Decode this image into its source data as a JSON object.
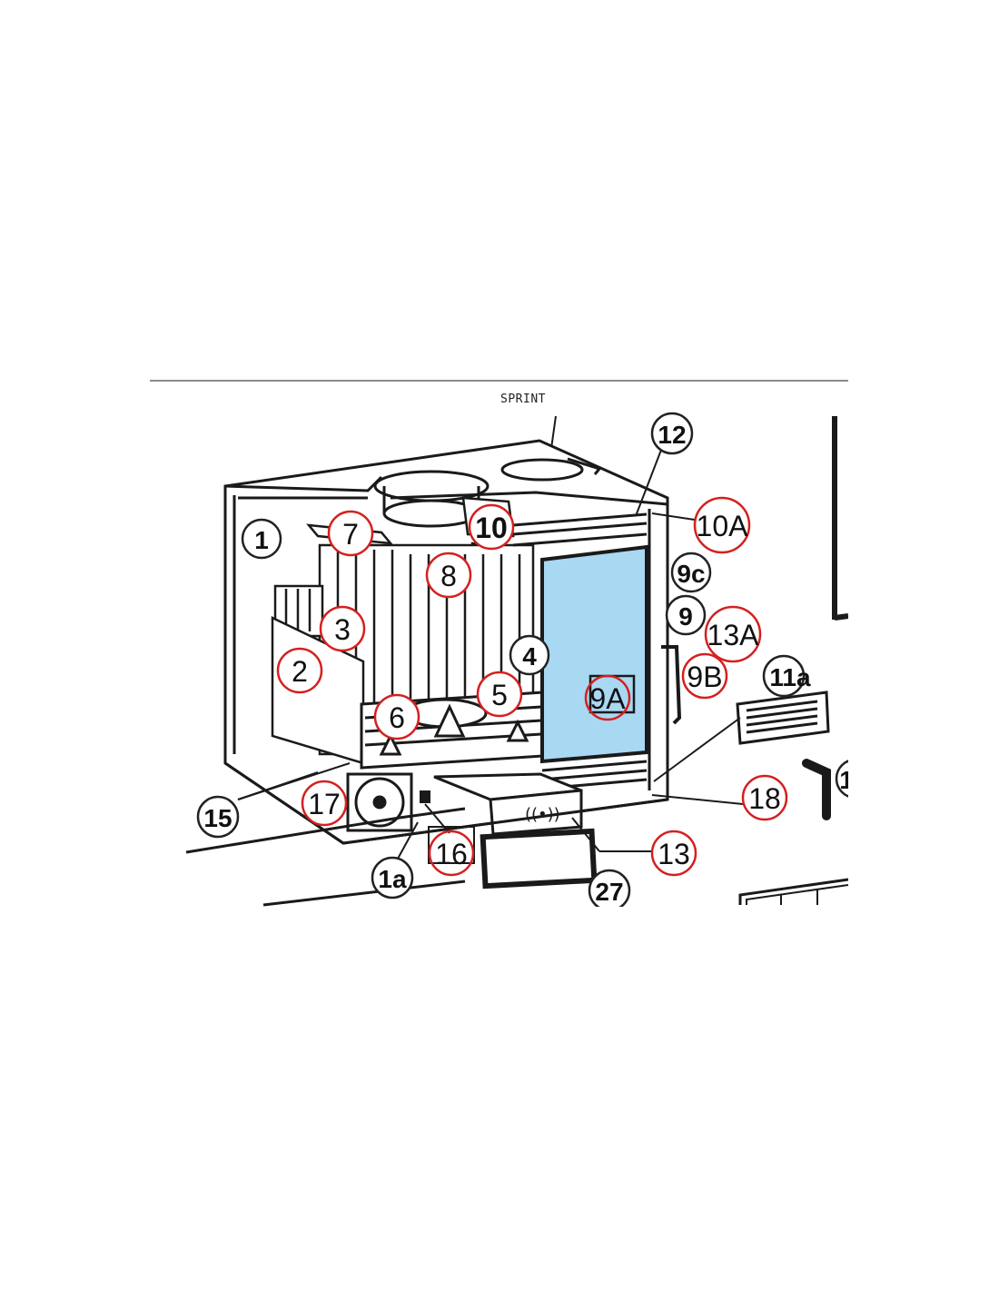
{
  "caption": "SPRINT",
  "colors": {
    "red_callout": "#d42020",
    "black_callout": "#222222",
    "glass": "#a9d8f2",
    "line": "#1a1a1a"
  },
  "callouts": {
    "c1": "1",
    "c1a": "1a",
    "c2": "2",
    "c3": "3",
    "c4": "4",
    "c5": "5",
    "c6": "6",
    "c7": "7",
    "c8": "8",
    "c9": "9",
    "c9a": "9A",
    "c9b": "9B",
    "c9c": "9c",
    "c10": "10",
    "c10a": "10A",
    "c11a": "11a",
    "c12": "12",
    "c13": "13",
    "c13a": "13A",
    "c15": "15",
    "c16": "16",
    "c17": "17",
    "c18": "18",
    "c27": "27",
    "c_partial": "1"
  }
}
